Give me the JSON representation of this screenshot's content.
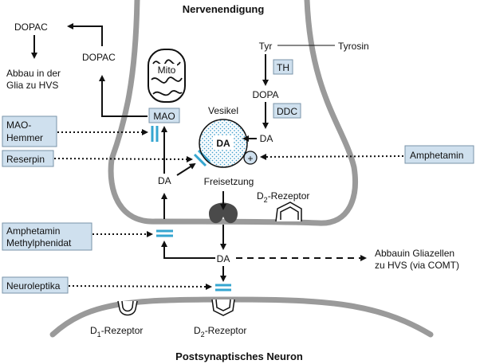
{
  "titles": {
    "top": "Nervenendigung",
    "bottom": "Postsynaptisches Neuron"
  },
  "synthesis": {
    "tyr": "Tyr",
    "tyrosin": "Tyrosin",
    "th": "TH",
    "dopa": "DOPA",
    "ddc": "DDC",
    "da": "DA"
  },
  "vesicle": {
    "label": "Vesikel",
    "content": "DA",
    "release": "Freisetzung"
  },
  "mito": "Mito",
  "mao": "MAO",
  "dopac": {
    "upper": "DOPAC",
    "lower": "DOPAC"
  },
  "glia_breakdown": {
    "line1": "Abbau in der",
    "line2": "Glia zu HVS"
  },
  "da_labels": {
    "reuptake": "DA",
    "cleft": "DA"
  },
  "drugs": {
    "mao_inhibitor": {
      "line1": "MAO-",
      "line2": "Hemmer"
    },
    "reserpin": "Reserpin",
    "amphetamin": "Amphetamin",
    "amphetamin_mph": {
      "line1": "Amphetamin",
      "line2": "Methylphenidat"
    },
    "neuroleptika": "Neuroleptika"
  },
  "receptors": {
    "d2_pre": {
      "base": "D",
      "sub": "2",
      "rest": "-Rezeptor"
    },
    "d1_post": {
      "base": "D",
      "sub": "1",
      "rest": "-Rezeptor"
    },
    "d2_post": {
      "base": "D",
      "sub": "2",
      "rest": "-Rezeptor"
    }
  },
  "comt": {
    "line1": "Abbauin Gliazellen",
    "line2": "zu HVS (via COMT)"
  },
  "plus_sign": "+"
}
